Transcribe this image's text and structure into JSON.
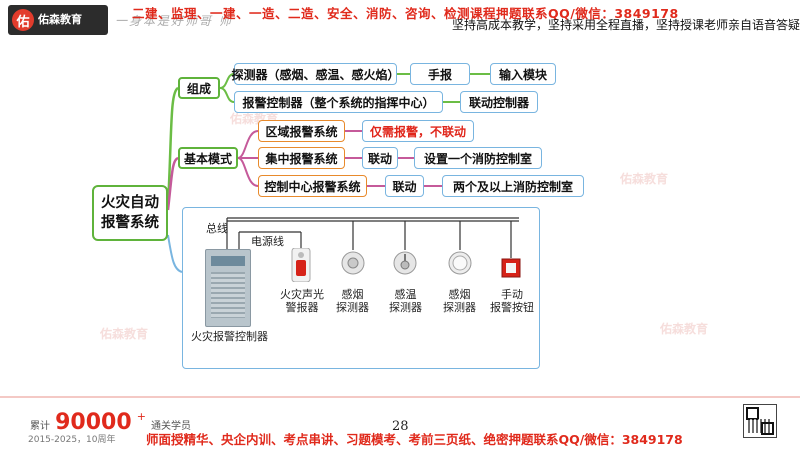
{
  "header": {
    "logo_mark": "佑",
    "logo_text": "佑森教育",
    "handwriting": "一身本是好师哥  师",
    "promo": "二建、监理、一建、一造、二造、安全、消防、咨询、检测课程押题联系QQ/微信：3849178",
    "slogan": "坚持高成本教学，坚持采用全程直播，坚持授课老师亲自语音答疑"
  },
  "mindmap": {
    "root_line1": "火灾自动",
    "root_line2": "报警系统",
    "branch_composition": "组成",
    "branch_modes": "基本模式",
    "detector": "探测器（感烟、感温、感火焰）",
    "manual_report": "手报",
    "input_module": "输入模块",
    "controller": "报警控制器（整个系统的指挥中心）",
    "linkage_controller": "联动控制器",
    "regional": "区域报警系统",
    "regional_note": "仅需报警，不联动",
    "central": "集中报警系统",
    "central_link": "联动",
    "central_note": "设置一个消防控制室",
    "control_center": "控制中心报警系统",
    "control_center_link": "联动",
    "control_center_note": "两个及以上消防控制室"
  },
  "diagram": {
    "bus_label": "总线",
    "power_label": "电源线",
    "controller_label": "火灾报警控制器",
    "devices": [
      {
        "line1": "火灾声光",
        "line2": "警报器",
        "icon": "alarm-siren-icon"
      },
      {
        "line1": "感烟",
        "line2": "探测器",
        "icon": "smoke-detector-icon"
      },
      {
        "line1": "感温",
        "line2": "探测器",
        "icon": "heat-detector-icon"
      },
      {
        "line1": "感烟",
        "line2": "探测器",
        "icon": "smoke-detector-icon"
      },
      {
        "line1": "手动",
        "line2": "报警按钮",
        "icon": "manual-call-point-icon"
      }
    ]
  },
  "page_number": "28",
  "footer": {
    "stat_prefix": "累计",
    "stat_number": "90000",
    "stat_sup": "+",
    "stat_suffix": "通关学员",
    "years": "2015-2025，10周年",
    "promo": "师面授精华、央企内训、考点串讲、习题模考、考前三页纸、绝密押题联系QQ/微信：3849178"
  },
  "watermark": "佑森教育",
  "colors": {
    "accent_red": "#e02a1c",
    "node_blue": "#79b5e0",
    "node_orange": "#e88a2c",
    "root_green": "#5fb33b",
    "branch_green": "#6bbd45",
    "branch_pink": "#c55a9a"
  }
}
